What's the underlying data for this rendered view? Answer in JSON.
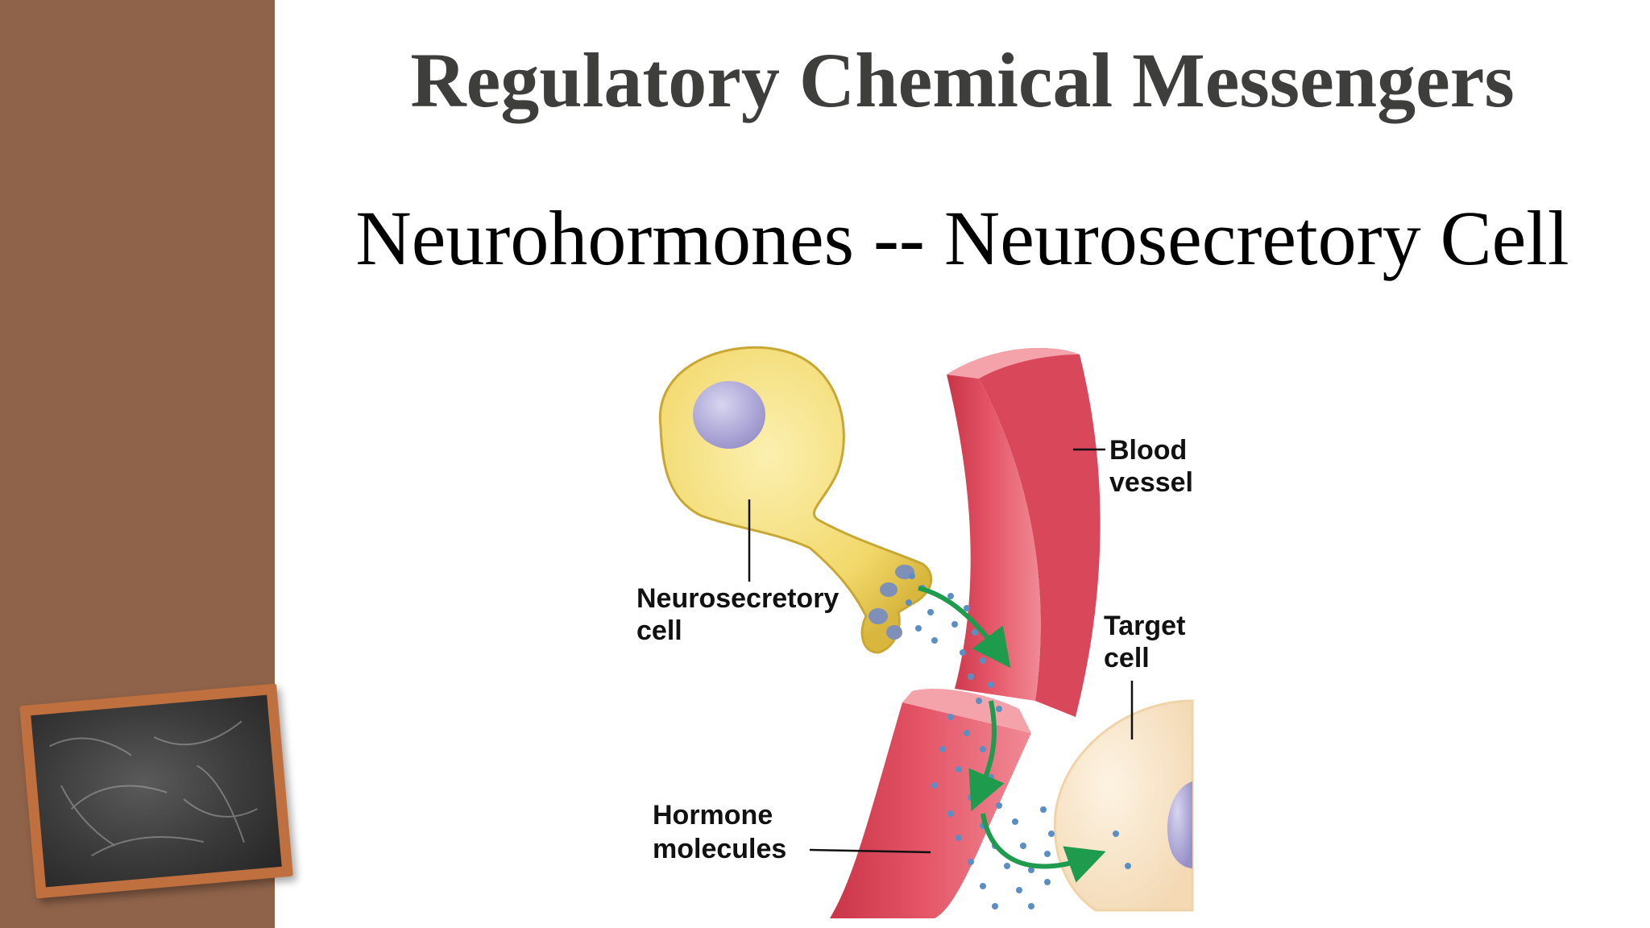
{
  "slide": {
    "title": "Regulatory Chemical Messengers",
    "subtitle": "Neurohormones -- Neurosecretory Cell"
  },
  "colors": {
    "sidebar": "#8f634a",
    "title": "#3e3f3d",
    "cell_body": "#f2d86a",
    "nucleus": "#a9a3d6",
    "vessel": "#e45466",
    "arrow": "#1f9b4e",
    "hormone_dot": "#5b8fc4",
    "target_cell": "#f9e6c8"
  },
  "diagram": {
    "labels": {
      "blood_vessel_1": "Blood",
      "blood_vessel_2": "vessel",
      "neurosecretory_1": "Neurosecretory",
      "neurosecretory_2": "cell",
      "target_1": "Target",
      "target_2": "cell",
      "hormone_1": "Hormone",
      "hormone_2": "molecules"
    }
  }
}
